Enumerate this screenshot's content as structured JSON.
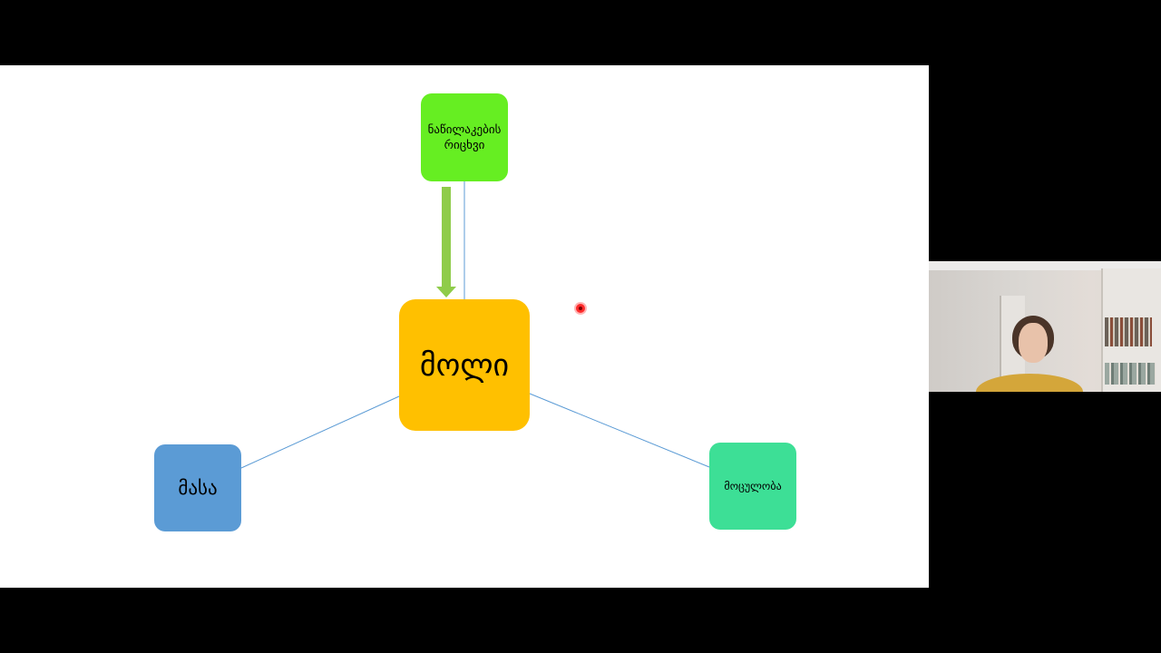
{
  "slide": {
    "center_node": {
      "label": "მოლი"
    },
    "top_node": {
      "label": "ნაწილაკების\nრიცხვი"
    },
    "left_node": {
      "label": "მასა"
    },
    "right_node": {
      "label": "მოცულობა"
    }
  },
  "colors": {
    "center": "#ffc000",
    "top": "#66ee22",
    "left": "#5b9bd5",
    "right": "#3ddf96",
    "connector": "#5b9bd5",
    "arrow": "#8fcc4a"
  }
}
